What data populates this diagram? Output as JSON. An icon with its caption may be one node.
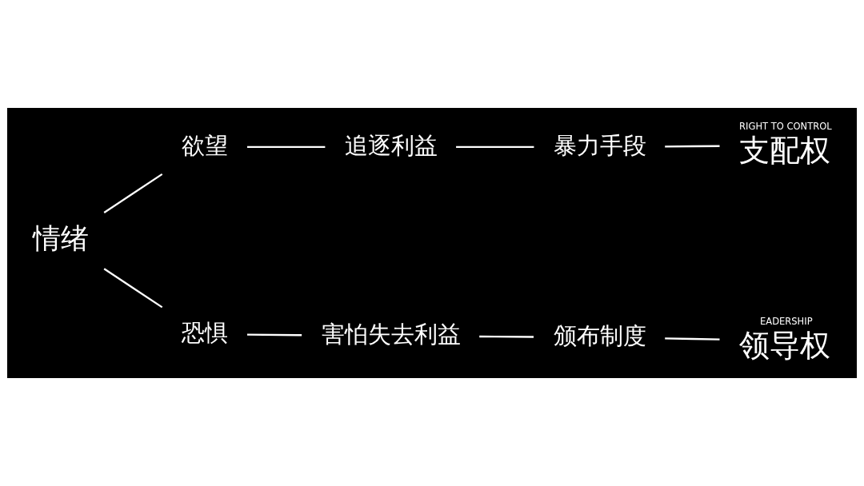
{
  "diagram": {
    "nodes": [
      {
        "text": [
          "情绪"
        ]
      },
      {
        "text": [
          "欲望"
        ]
      },
      {
        "text": [
          "追逐利益"
        ]
      },
      {
        "text": [
          "暴力手段"
        ]
      },
      {
        "text": [
          "支配权"
        ],
        "beside": [
          "RIGHT TO CONTROL"
        ]
      },
      {
        "text": [
          "恐惧"
        ]
      },
      {
        "text": [
          "害怕失去利益"
        ]
      },
      {
        "text": [
          "颁布制度"
        ]
      },
      {
        "text": [
          "领导权"
        ],
        "beside": [
          "EADERSHIP"
        ]
      }
    ],
    "edges": [
      {
        "from": 0,
        "to": 1,
        "arrow": "none"
      },
      {
        "from": 0,
        "to": 5,
        "arrow": "none"
      },
      {
        "from": 1,
        "to": 2,
        "arrow": "none"
      },
      {
        "from": 2,
        "to": 3,
        "arrow": "none"
      },
      {
        "from": 3,
        "to": 4,
        "arrow": "none"
      },
      {
        "from": 5,
        "to": 6,
        "arrow": "none"
      },
      {
        "from": 6,
        "to": 7,
        "arrow": "none"
      },
      {
        "from": 7,
        "to": 8,
        "arrow": "none"
      }
    ]
  }
}
